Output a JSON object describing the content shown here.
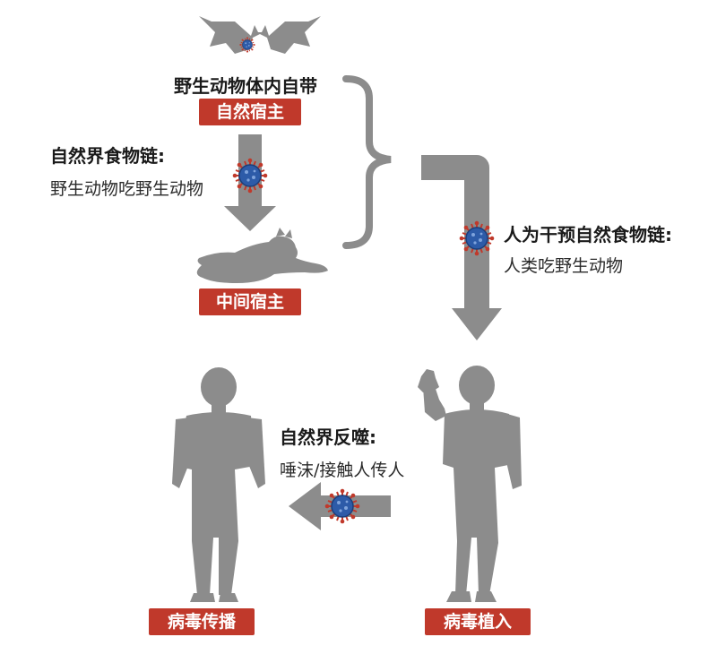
{
  "colors": {
    "label_bg": "#c0392b",
    "silhouette": "#8c8c8c",
    "arrow": "#8c8c8c",
    "virus_core": "#2d5ba8",
    "virus_spike": "#c0392b"
  },
  "icons": [
    "bat-icon",
    "tiger-icon",
    "virus-icon",
    "man-standing-icon",
    "man-waving-icon"
  ],
  "top_caption": "野生动物体内自带",
  "labels": {
    "natural_host": "自然宿主",
    "intermediate_host": "中间宿主",
    "virus_spread": "病毒传播",
    "virus_implant": "病毒植入"
  },
  "natural_chain": {
    "title": "自然界食物链:",
    "desc": "野生动物吃野生动物"
  },
  "human_chain": {
    "title": "人为干预自然食物链:",
    "desc": "人类吃野生动物"
  },
  "backlash": {
    "title": "自然界反噬:",
    "desc": "唾沫/接触人传人"
  }
}
